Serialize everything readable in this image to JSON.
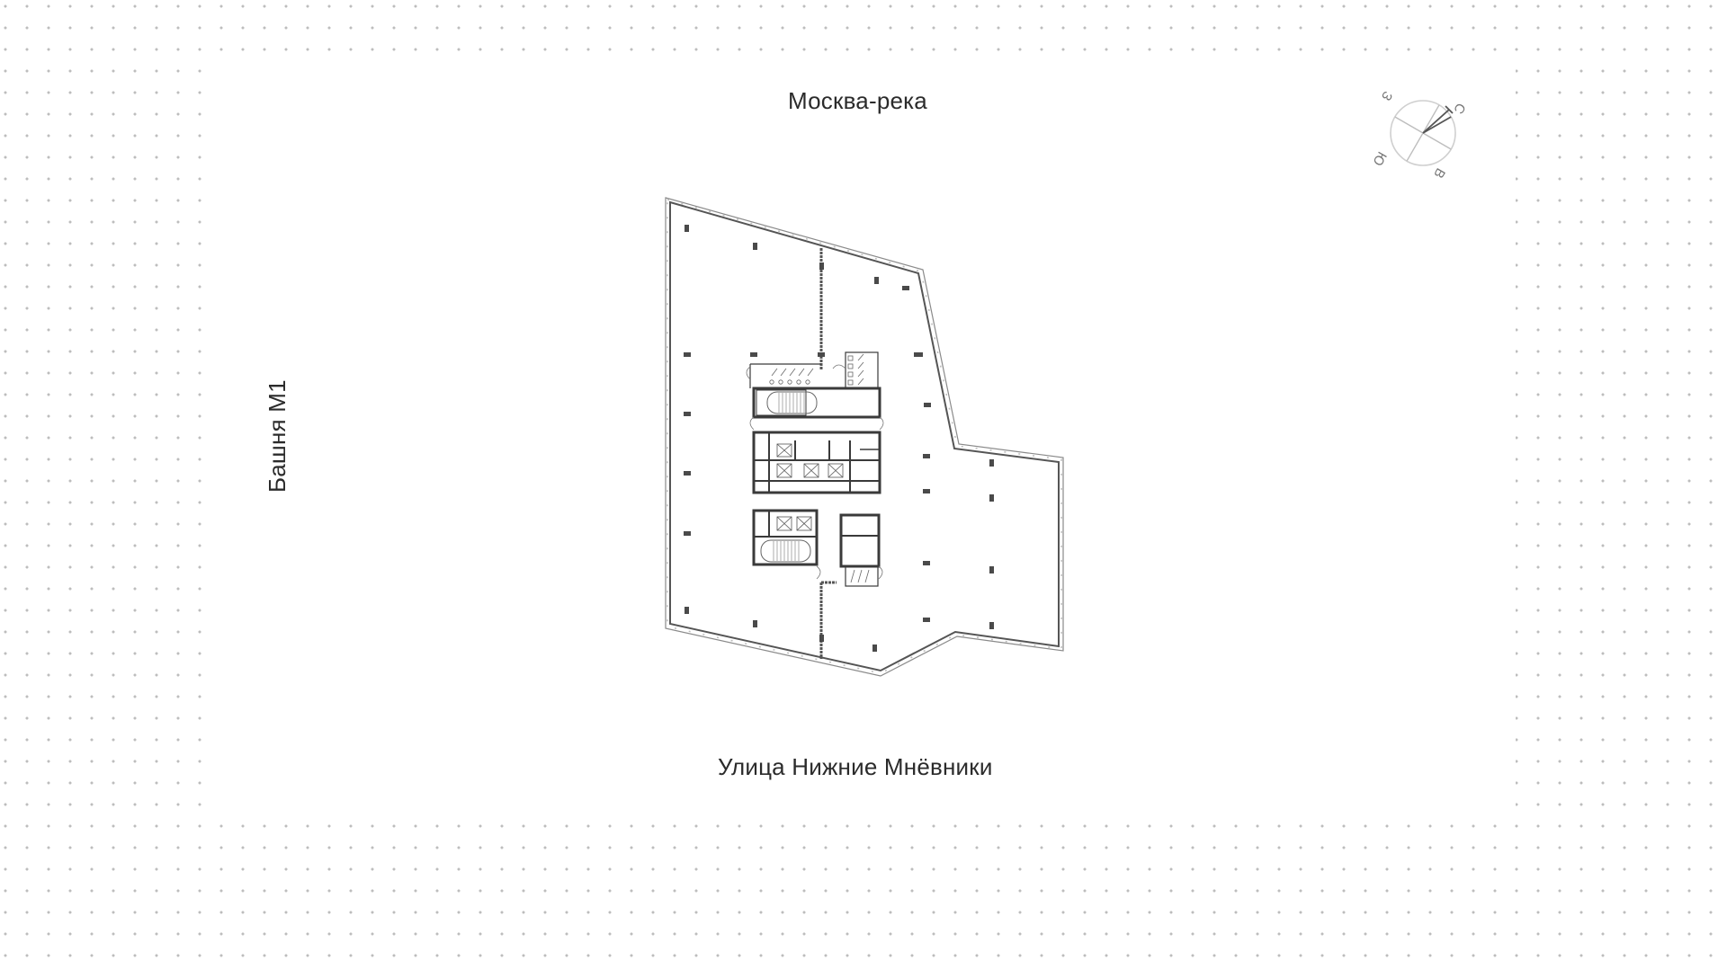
{
  "map": {
    "type": "floor-plan",
    "labels": {
      "north": "Москва-река",
      "south": "Улица Нижние Мнёвники",
      "west": "Башня М1"
    },
    "compass": {
      "north": "С",
      "south": "Ю",
      "east": "В",
      "west": "З",
      "rotation_deg": 30
    },
    "colors": {
      "background": "#ffffff",
      "dot_grid": "#bdbdbd",
      "walls": "#3a3a3a",
      "outline": "#7a7a7a",
      "label_text": "#2b2b2b"
    }
  }
}
